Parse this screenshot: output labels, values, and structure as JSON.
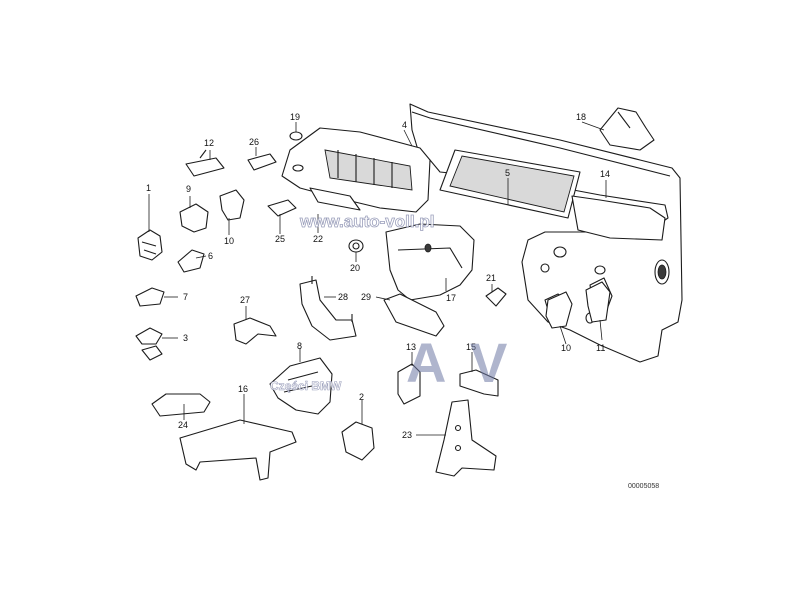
{
  "diagram": {
    "labels": [
      "1",
      "2",
      "3",
      "4",
      "5",
      "7",
      "8",
      "9",
      "10",
      "10",
      "11",
      "12",
      "13",
      "14",
      "15",
      "16",
      "17",
      "18",
      "19",
      "20",
      "21",
      "22",
      "23",
      "24",
      "25",
      "26",
      "27",
      "28",
      "29",
      "6"
    ],
    "drawing_code": "00005058"
  },
  "watermark": {
    "url": "www.auto-voll.pl",
    "brand_text": "Części BMW",
    "logo_letters": [
      "A",
      "V"
    ]
  }
}
